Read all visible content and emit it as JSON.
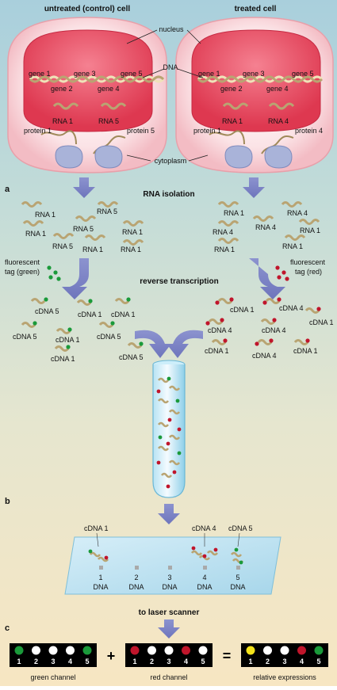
{
  "cells": {
    "left_title": "untreated (control) cell",
    "right_title": "treated cell",
    "nucleus_label": "nucleus",
    "dna_label": "DNA",
    "cytoplasm_label": "cytoplasm",
    "left": {
      "genes": [
        "gene 1",
        "gene 2",
        "gene 3",
        "gene 4",
        "gene 5"
      ],
      "rnas": [
        "RNA 1",
        "RNA 5"
      ],
      "proteins": [
        "protein 1",
        "protein 5"
      ]
    },
    "right": {
      "genes": [
        "gene 1",
        "gene 2",
        "gene 3",
        "gene 4",
        "gene 5"
      ],
      "rnas": [
        "RNA 1",
        "RNA 4"
      ],
      "proteins": [
        "protein 1",
        "protein 4"
      ]
    }
  },
  "panel_labels": {
    "a": "a",
    "b": "b",
    "c": "c"
  },
  "steps": {
    "rna_isolation": "RNA isolation",
    "reverse_transcription": "reverse transcription",
    "to_laser_scanner": "to laser scanner"
  },
  "tags": {
    "green": "fluorescent tag (green)",
    "red": "fluorescent tag (red)"
  },
  "left_rnas": [
    "RNA 1",
    "RNA 5",
    "RNA 1",
    "RNA 5",
    "RNA 1",
    "RNA 5",
    "RNA 1",
    "RNA 1"
  ],
  "right_rnas": [
    "RNA 1",
    "RNA 4",
    "RNA 4",
    "RNA 4",
    "RNA 1",
    "RNA 1",
    "RNA 1"
  ],
  "left_cdnas": [
    "cDNA 5",
    "cDNA 1",
    "cDNA 1",
    "cDNA 5",
    "cDNA 1",
    "cDNA 5",
    "cDNA 1",
    "cDNA 5"
  ],
  "right_cdnas": [
    "cDNA 1",
    "cDNA 4",
    "cDNA 4",
    "cDNA 1",
    "cDNA 4",
    "cDNA 1",
    "cDNA 4",
    "cDNA 1"
  ],
  "array": {
    "spot_labels": [
      "cDNA 1",
      "cDNA 4",
      "cDNA 5"
    ],
    "dna_numbers": [
      "1",
      "2",
      "3",
      "4",
      "5"
    ],
    "dna_label": "DNA"
  },
  "channels": {
    "green": {
      "label": "green channel",
      "spots": [
        "1",
        "2",
        "3",
        "4",
        "5"
      ],
      "colors": [
        "#1a9a3a",
        "#ffffff",
        "#ffffff",
        "#ffffff",
        "#1a9a3a"
      ]
    },
    "red": {
      "label": "red channel",
      "spots": [
        "1",
        "2",
        "3",
        "4",
        "5"
      ],
      "colors": [
        "#c0152b",
        "#ffffff",
        "#ffffff",
        "#c0152b",
        "#ffffff"
      ]
    },
    "relative": {
      "label": "relative expressions",
      "spots": [
        "1",
        "2",
        "3",
        "4",
        "5"
      ],
      "colors": [
        "#f3e21a",
        "#ffffff",
        "#ffffff",
        "#c0152b",
        "#1a9a3a"
      ]
    },
    "plus": "+",
    "equals": "="
  }
}
